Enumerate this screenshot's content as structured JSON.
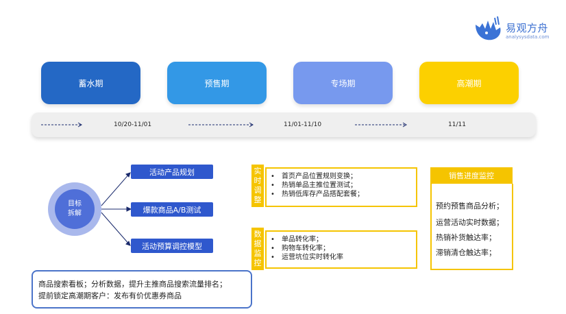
{
  "logo": {
    "name": "易观方舟",
    "url": "analysysdata.com"
  },
  "phases": [
    {
      "label": "蓄水期",
      "color": "#2468c5"
    },
    {
      "label": "预售期",
      "color": "#3398e6"
    },
    {
      "label": "专场期",
      "color": "#7799ee"
    },
    {
      "label": "高潮期",
      "color": "#fcd000"
    }
  ],
  "timeline": {
    "dates": [
      "10/20-11/01",
      "11/01-11/10",
      "11/11"
    ]
  },
  "target": {
    "line1": "目标",
    "line2": "拆解"
  },
  "branches": [
    "活动产品规划",
    "爆款商品A/B测试",
    "活动预算调控模型"
  ],
  "realtime": {
    "tab": [
      "实",
      "时",
      "调",
      "整"
    ],
    "items": [
      "首页产品位置规则变换；",
      "热销单品主推位置测试；",
      "热销低库存产品搭配套餐；"
    ]
  },
  "monitor": {
    "tab": [
      "数",
      "据",
      "监",
      "控"
    ],
    "items": [
      "单品转化率；",
      "购物车转化率；",
      "运营坑位实时转化率"
    ]
  },
  "sales": {
    "title": "销售进度监控",
    "items": [
      "预约预售商品分析；",
      "运营活动实时数据；",
      "热销补货触达率；",
      "滞销清仓触达率；"
    ]
  },
  "bottom": {
    "line1": "商品搜索看板；分析数据，提升主推商品搜索流量排名；",
    "line2": "提前锁定高潮期客户：发布有价优惠券商品"
  }
}
